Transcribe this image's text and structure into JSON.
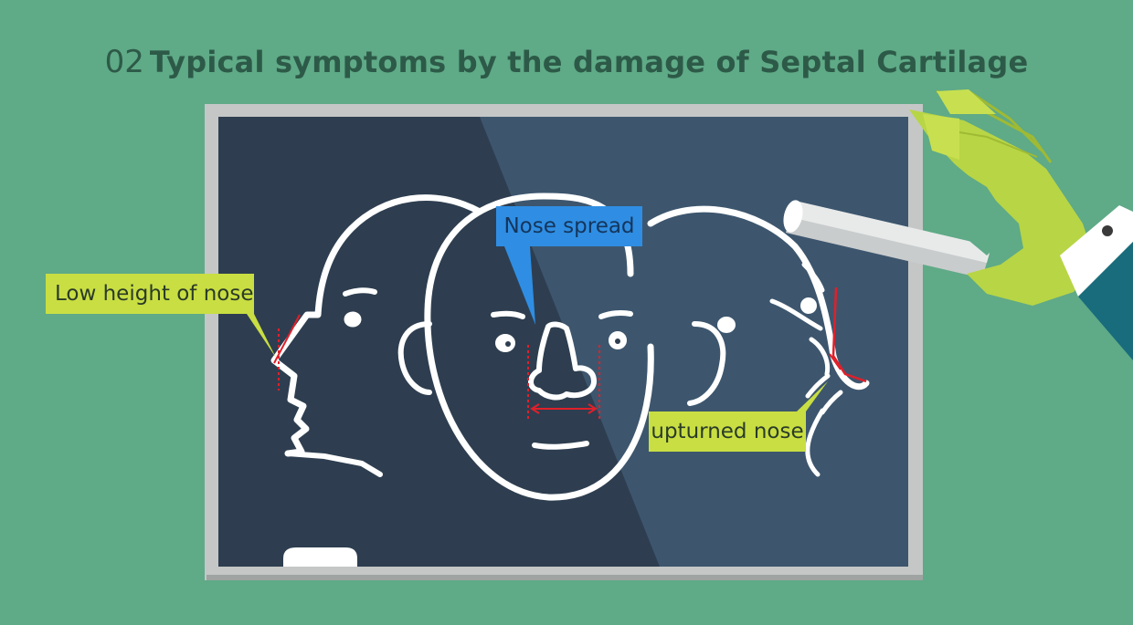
{
  "title": {
    "number": "02",
    "text": "Typical symptoms by the damage of Septal Cartilage"
  },
  "callouts": {
    "low_height": "Low height of nose",
    "nose_spread": "Nose spread",
    "upturned": "upturned nose"
  },
  "colors": {
    "background": "#5faa87",
    "board": "#2e3e50",
    "board_highlight": "#3d566e",
    "frame": "#c4c7c6",
    "chalk": "#ffffff",
    "callout_yellow": "#c9de42",
    "callout_blue": "#2f8ee3",
    "hand": "#b8d545",
    "sleeve": "#196c7c",
    "marker_red": "#e0202a"
  }
}
